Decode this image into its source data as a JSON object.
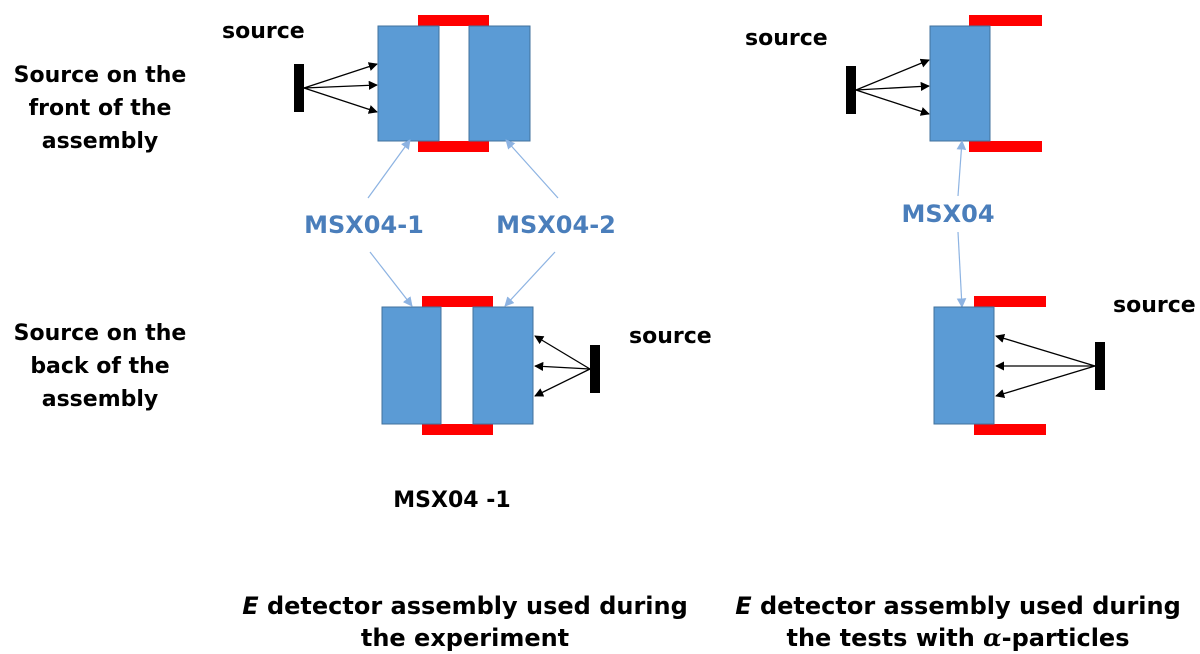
{
  "labels": {
    "source_front": [
      "Source on the",
      "front of the",
      "assembly"
    ],
    "source_back": [
      "Source on the",
      "back of the",
      "assembly"
    ],
    "source": "source",
    "msx04_1": "MSX04-1",
    "msx04_2": "MSX04-2",
    "msx04": "MSX04",
    "msx04_1_spaced": "MSX04 -1"
  },
  "captions": {
    "left": {
      "symbol": "E",
      "line1": " detector assembly used during",
      "line2": "the experiment"
    },
    "right": {
      "symbol": "E",
      "line1": " detector assembly used during",
      "line2_prefix": "the tests with ",
      "alpha": "α",
      "line2_suffix": "-particles"
    }
  },
  "colors": {
    "detector_fill": "#5b9bd5",
    "detector_stroke": "#41719c",
    "frame": "#ff0000",
    "label_blue": "#4a7ebb",
    "pointer_line": "#8db3e2",
    "source_bar": "#000000"
  }
}
